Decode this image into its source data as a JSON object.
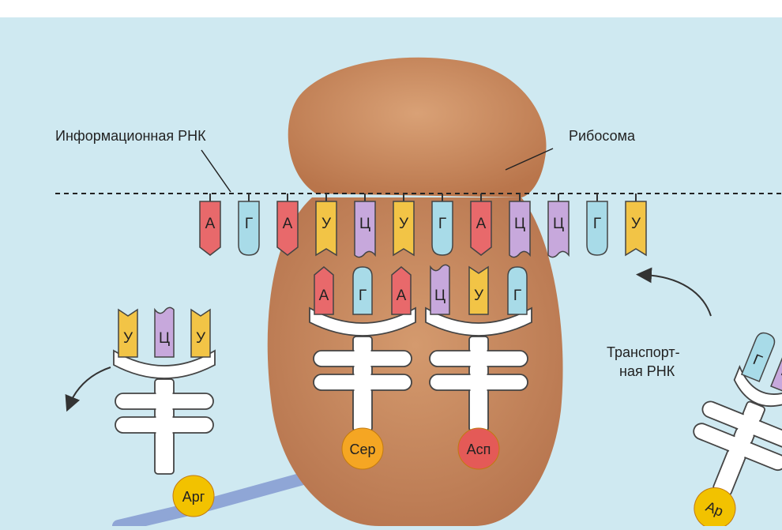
{
  "labels": {
    "mrna": "Информационная РНК",
    "ribosome": "Рибосома",
    "trna_line1": "Транспорт-",
    "trna_line2": "ная РНК"
  },
  "mrna_codons": [
    {
      "base": "А",
      "color": "#e8696b"
    },
    {
      "base": "Г",
      "color": "#a8dbe8"
    },
    {
      "base": "А",
      "color": "#e8696b"
    },
    {
      "base": "У",
      "color": "#f2c446"
    },
    {
      "base": "Ц",
      "color": "#c7a8dc"
    },
    {
      "base": "У",
      "color": "#f2c446"
    },
    {
      "base": "Г",
      "color": "#a8dbe8"
    },
    {
      "base": "А",
      "color": "#e8696b"
    },
    {
      "base": "Ц",
      "color": "#c7a8dc"
    },
    {
      "base": "Ц",
      "color": "#c7a8dc"
    },
    {
      "base": "Г",
      "color": "#a8dbe8"
    },
    {
      "base": "У",
      "color": "#f2c446"
    }
  ],
  "trna_center_left": {
    "bases": [
      {
        "base": "А",
        "color": "#e8696b"
      },
      {
        "base": "Г",
        "color": "#a8dbe8"
      },
      {
        "base": "А",
        "color": "#e8696b"
      }
    ],
    "amino_acid": "Сер"
  },
  "trna_center_right": {
    "bases": [
      {
        "base": "Ц",
        "color": "#c7a8dc"
      },
      {
        "base": "У",
        "color": "#f2c446"
      },
      {
        "base": "Г",
        "color": "#a8dbe8"
      }
    ],
    "amino_acid": "Асп"
  },
  "trna_left": {
    "bases": [
      {
        "base": "У",
        "color": "#f2c446"
      },
      {
        "base": "Ц",
        "color": "#c7a8dc"
      },
      {
        "base": "У",
        "color": "#f2c446"
      }
    ],
    "amino_acid": "Арг"
  },
  "trna_right": {
    "bases": [
      {
        "base": "Г",
        "color": "#a8dbe8"
      },
      {
        "base": "Ц",
        "color": "#c7a8dc"
      }
    ],
    "amino_acid": "Ар"
  },
  "colors": {
    "ribosome": "#c98a5f",
    "ser": "#f5a623",
    "asp": "#e45a57",
    "arg": "#f2c200",
    "peptide": "#8fa6d6"
  }
}
